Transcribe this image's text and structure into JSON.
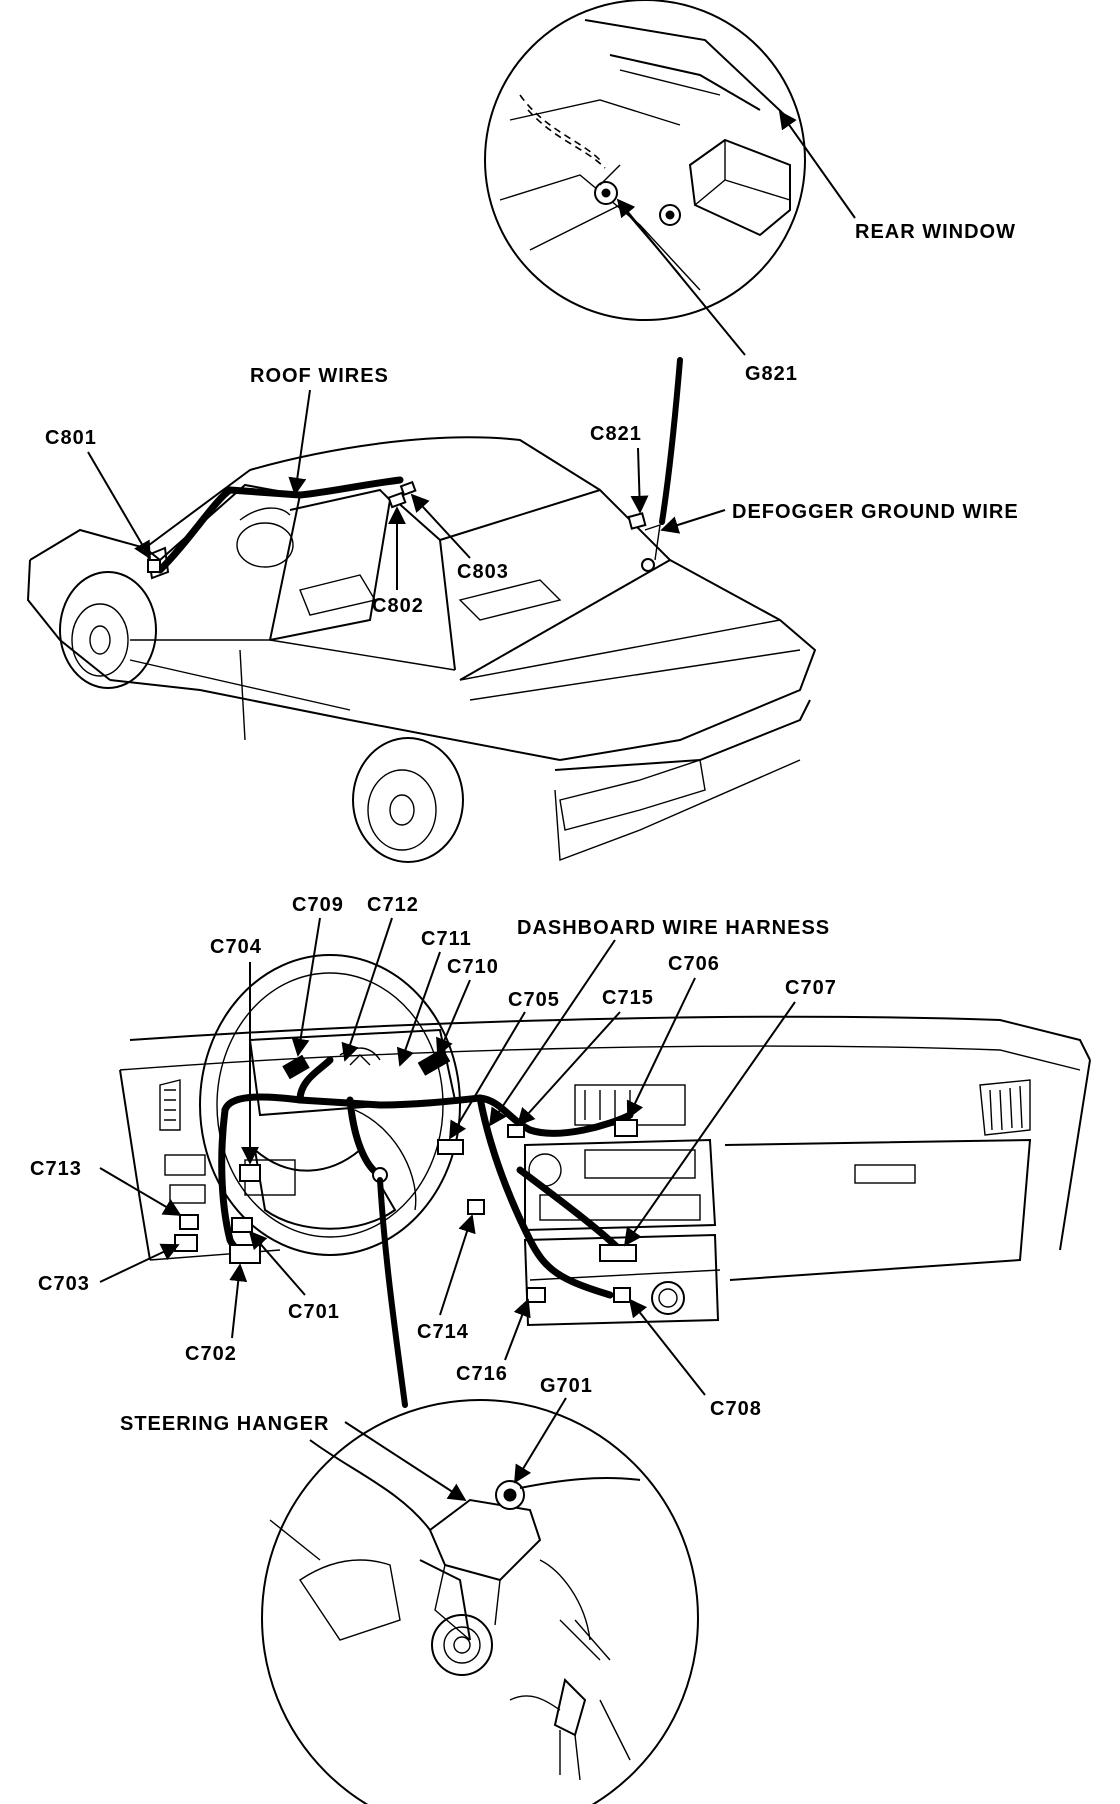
{
  "labels": {
    "rear_window": "REAR WINDOW",
    "g821": "G821",
    "roof_wires": "ROOF WIRES",
    "c801": "C801",
    "c821": "C821",
    "defogger_ground_wire": "DEFOGGER GROUND WIRE",
    "c803": "C803",
    "c802": "C802",
    "c709": "C709",
    "c712": "C712",
    "c711": "C711",
    "dashboard_wire_harness": "DASHBOARD WIRE HARNESS",
    "c704": "C704",
    "c710": "C710",
    "c706": "C706",
    "c705": "C705",
    "c715": "C715",
    "c707": "C707",
    "c713": "C713",
    "c703": "C703",
    "c701": "C701",
    "c714": "C714",
    "c702": "C702",
    "c716": "C716",
    "c708": "C708",
    "g701": "G701",
    "steering_hanger": "STEERING HANGER"
  }
}
